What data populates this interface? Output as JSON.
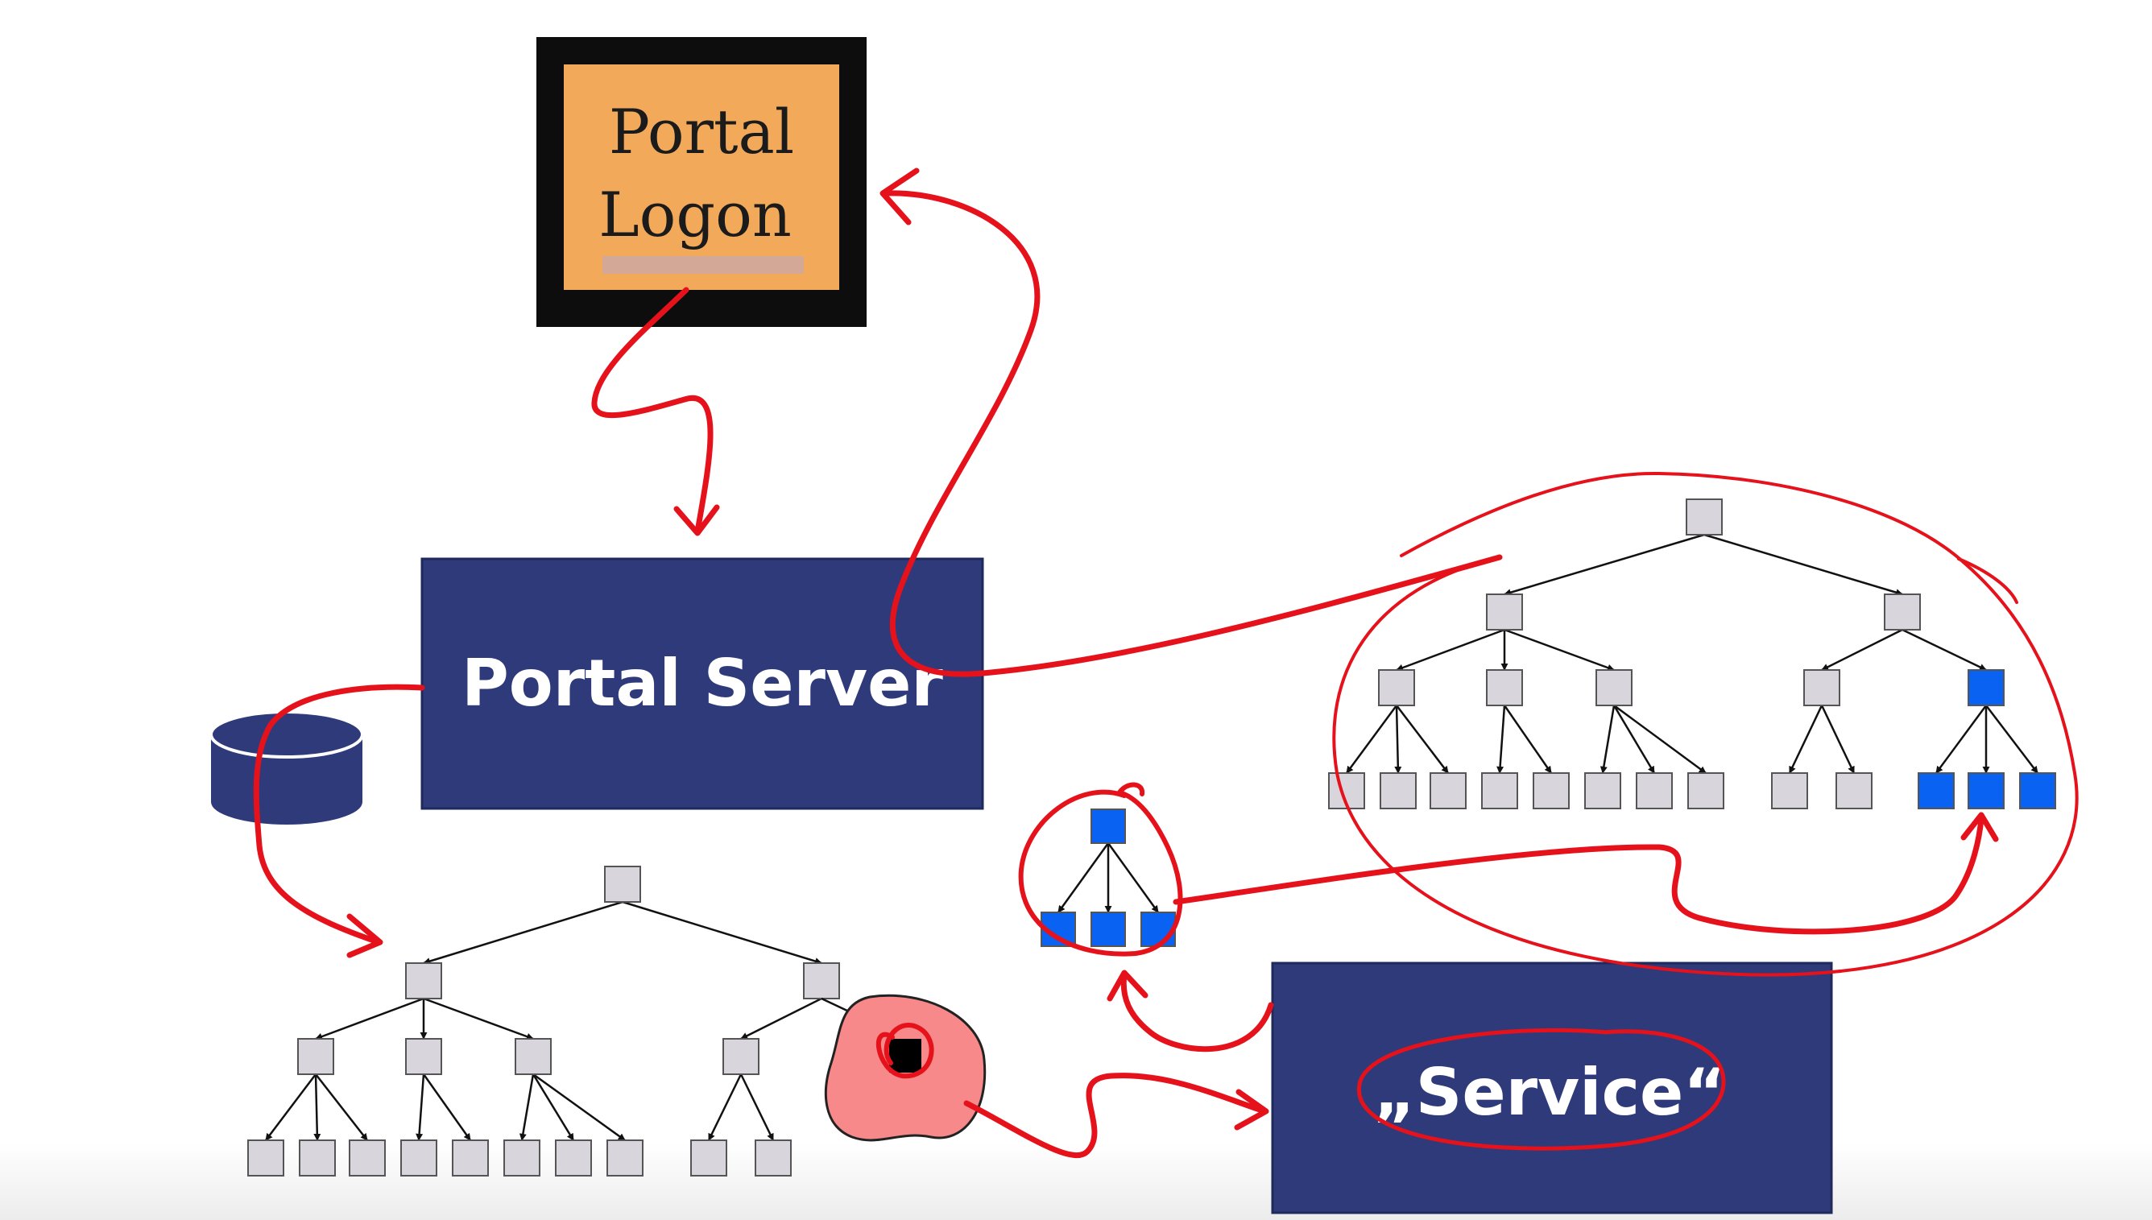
{
  "colors": {
    "navy": "#2f3a7a",
    "node_gray": "#d9d5dc",
    "node_blue": "#0a62f2",
    "node_black": "#000000",
    "highlight_blob": "#f7898b",
    "annotation_red": "#e5121b",
    "logon_fill": "#f2a95a",
    "logon_frame": "#0d0d0d"
  },
  "portal_logon": {
    "line1": "Portal",
    "line2": "Logon"
  },
  "portal_server": {
    "label": "Portal Server"
  },
  "service": {
    "label": "„Service“"
  },
  "database": {
    "icon": "database-cylinder-icon"
  },
  "trees": {
    "portal": "gray-tree-with-black-leaf",
    "service_app": "gray-tree-with-blue-subtree",
    "fragment": "blue-subtree"
  }
}
